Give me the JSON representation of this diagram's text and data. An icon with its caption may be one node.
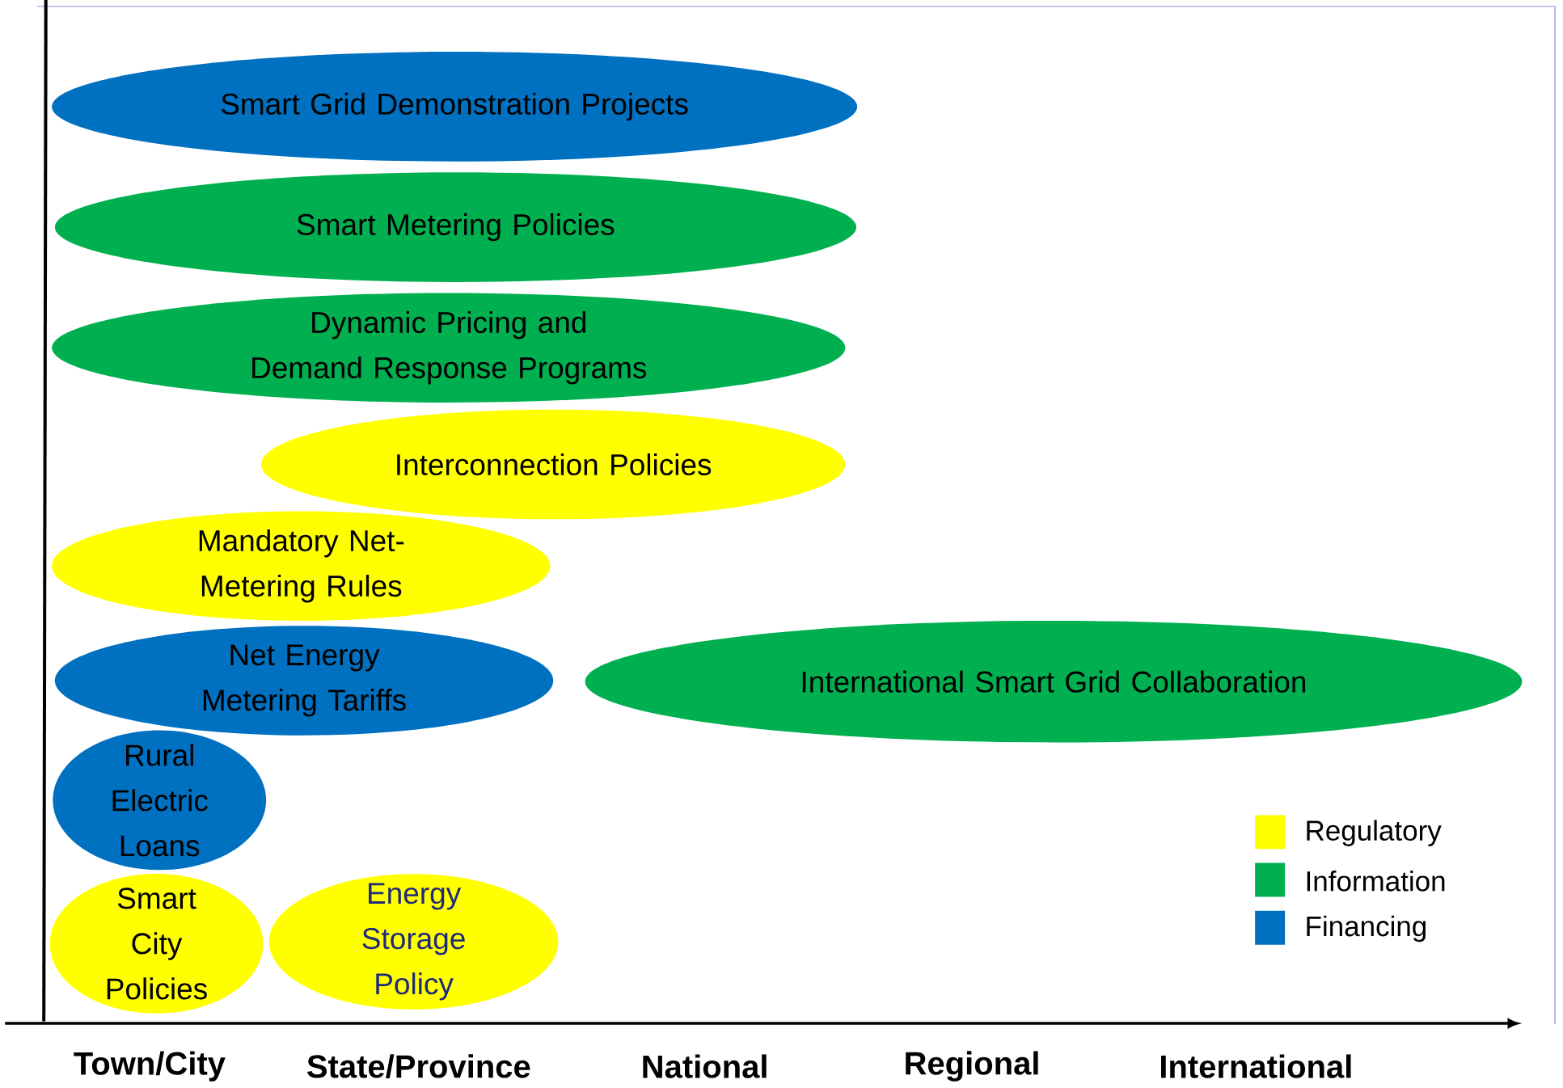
{
  "diagram": {
    "nodes": [
      {
        "text": [
          "Smart Grid Demonstration Projects"
        ]
      },
      {
        "text": [
          "Smart Metering Policies"
        ]
      },
      {
        "text": [
          "Dynamic Pricing and Demand Response Programs"
        ]
      },
      {
        "text": [
          "Interconnection Policies"
        ]
      },
      {
        "text": [
          "Mandatory Net-Metering Rules"
        ]
      },
      {
        "text": [
          "Net Energy Metering Tariffs"
        ]
      },
      {
        "text": [
          "International Smart Grid Collaboration"
        ]
      },
      {
        "text": [
          "Rural Electric Loans"
        ]
      },
      {
        "text": [
          "Smart City Policies"
        ]
      },
      {
        "text": [
          "Energy Storage Policy"
        ]
      }
    ],
    "edges": [],
    "labels": [
      "Town/City",
      "State/Province",
      "National",
      "Regional",
      "International"
    ],
    "legend": [
      {
        "text": "Regulatory",
        "color": "#ffff00"
      },
      {
        "text": "Information",
        "color": "#00b050"
      },
      {
        "text": "Financing",
        "color": "#0070c0"
      }
    ]
  }
}
